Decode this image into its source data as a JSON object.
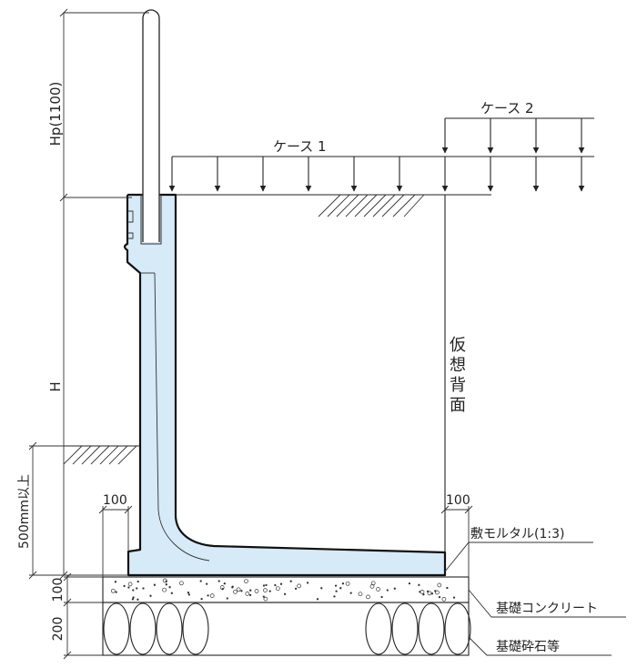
{
  "labels": {
    "case1": "ケース 1",
    "case2": "ケース 2",
    "hp": "Hp(1100)",
    "h": "H",
    "min500": "500mm以上",
    "left100": "100",
    "right100": "100",
    "virtual_back": [
      "仮",
      "想",
      "背",
      "面"
    ],
    "mortar": "敷モルタル(1:3)",
    "base_concrete": "基礎コンクリート",
    "crushed_stone": "基礎砕石等",
    "dim100": "100",
    "dim200": "200"
  },
  "colors": {
    "wall_fill": "#d6eaf8",
    "line": "#222222",
    "background": "#ffffff"
  }
}
